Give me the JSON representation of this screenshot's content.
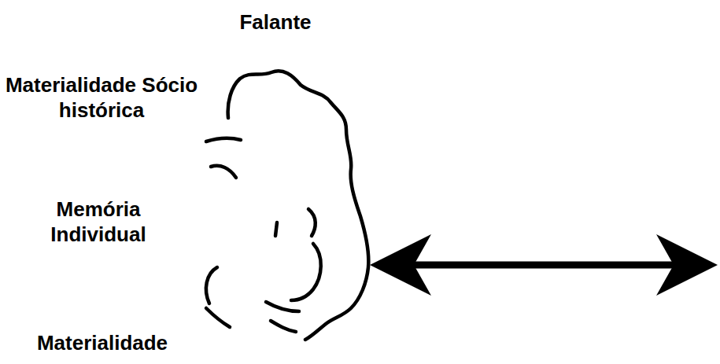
{
  "diagram": {
    "labels": [
      "Falante",
      "Materialidade Sócio histórica",
      "Memória Individual",
      "Materialidade"
    ]
  }
}
